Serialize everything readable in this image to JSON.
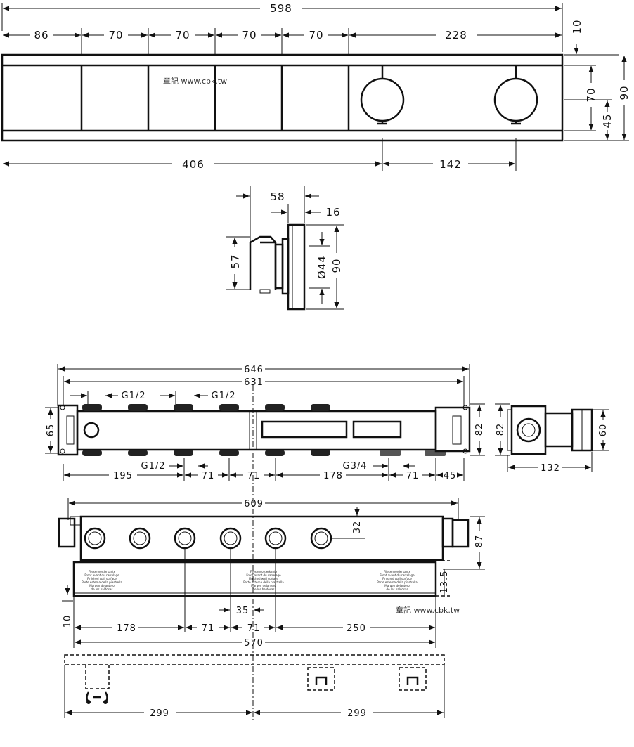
{
  "front_view": {
    "overall_width": "598",
    "segments": [
      "86",
      "70",
      "70",
      "70",
      "70",
      "228"
    ],
    "top_offset": "10",
    "height_inner": "70",
    "height_total": "90",
    "knob_center_height": "45",
    "left_to_knob": "406",
    "knob_spacing": "142"
  },
  "side_view": {
    "depth_total": "58",
    "plate_depth": "16",
    "body_height": "57",
    "knob_diameter": "Ø44",
    "plate_height": "90"
  },
  "box_top_view": {
    "overall": "646",
    "inner": "631",
    "height_left": "65",
    "height_right": "82",
    "port_top_left": "G1/2",
    "port_top_right": "G1/2",
    "port_bottom_left": "G1/2",
    "port_bottom_right": "G3/4",
    "bottom_dims": [
      "195",
      "71",
      "71",
      "178",
      "71",
      "45"
    ]
  },
  "box_end_view": {
    "height": "82",
    "depth": "132",
    "flange": "60"
  },
  "box_front_view": {
    "overall": "609",
    "port_offset": "32",
    "height": "87",
    "tile_depth": "13.5",
    "bottom_offset": "10",
    "center_gap": "35",
    "bottom_dims": [
      "178",
      "71",
      "71",
      "250"
    ],
    "total": "570"
  },
  "mounting_view": {
    "left": "299",
    "right": "299"
  },
  "watermark": "章記 www.cbk.tw",
  "tile_label_lines": [
    "Fliesenvorderkante",
    "Front avant du carrelage",
    "Finished wall surface",
    "Parte esterna della piastrella",
    "Margen delantero",
    "de los baldosas"
  ]
}
